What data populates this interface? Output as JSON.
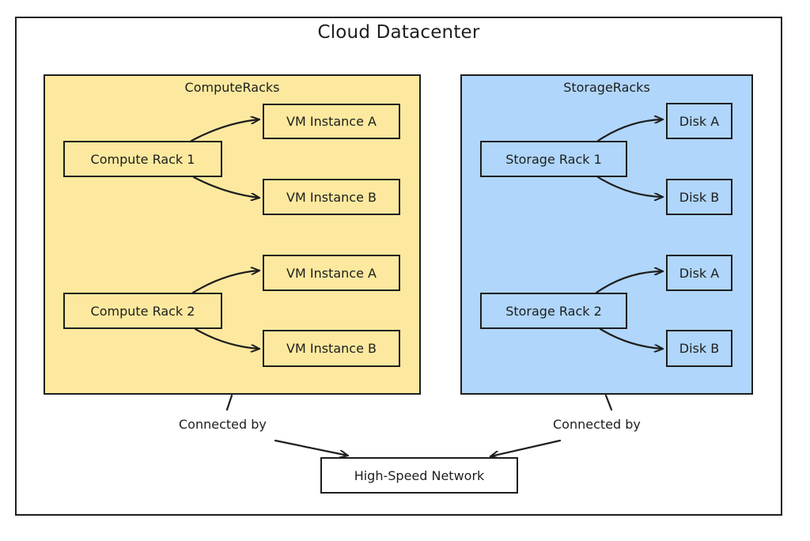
{
  "diagram": {
    "title": "Cloud Datacenter",
    "colors": {
      "compute_fill": "#fce99f",
      "storage_fill": "#b0d6fb",
      "stroke": "#1e1e1e"
    },
    "groups": {
      "compute": {
        "label": "ComputeRacks",
        "racks": [
          {
            "label": "Compute Rack 1",
            "children": [
              "VM Instance A",
              "VM Instance B"
            ]
          },
          {
            "label": "Compute Rack 2",
            "children": [
              "VM Instance A",
              "VM Instance B"
            ]
          }
        ]
      },
      "storage": {
        "label": "StorageRacks",
        "racks": [
          {
            "label": "Storage Rack 1",
            "children": [
              "Disk A",
              "Disk B"
            ]
          },
          {
            "label": "Storage Rack 2",
            "children": [
              "Disk A",
              "Disk B"
            ]
          }
        ]
      }
    },
    "network": {
      "label": "High-Speed Network"
    },
    "edge_labels": {
      "compute_to_network": "Connected by",
      "storage_to_network": "Connected by"
    }
  }
}
